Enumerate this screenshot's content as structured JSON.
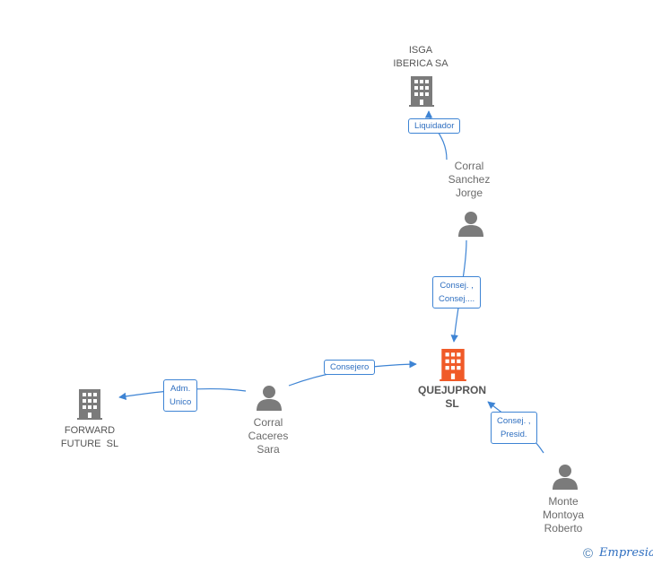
{
  "nodes": {
    "isga": {
      "lines": [
        "ISGA",
        "IBERICA SA"
      ],
      "kind": "company"
    },
    "corral_sanchez": {
      "lines": [
        "Corral",
        "Sanchez",
        "Jorge"
      ],
      "kind": "person"
    },
    "quejupron": {
      "lines": [
        "QUEJUPRON",
        "SL"
      ],
      "kind": "main-company"
    },
    "forward_future": {
      "lines": [
        "FORWARD",
        "FUTURE  SL"
      ],
      "kind": "company"
    },
    "corral_caceres": {
      "lines": [
        "Corral",
        "Caceres",
        "Sara"
      ],
      "kind": "person"
    },
    "monte_montoya": {
      "lines": [
        "Monte",
        "Montoya",
        "Roberto"
      ],
      "kind": "person"
    }
  },
  "edges": {
    "liquidador": {
      "lines": [
        "Liquidador"
      ]
    },
    "consej_sanchez": {
      "lines": [
        "Consej. ,",
        "Consej...."
      ]
    },
    "consejero": {
      "lines": [
        "Consejero"
      ]
    },
    "adm_unico": {
      "lines": [
        "Adm.",
        "Unico"
      ]
    },
    "consej_presid": {
      "lines": [
        "Consej. ,",
        "Presid."
      ]
    }
  },
  "colors": {
    "company_icon": "#7b7b7b",
    "main_company_icon": "#f05a28",
    "person_icon": "#7b7b7b",
    "edge": "#3e84d4"
  },
  "footer": {
    "copyright": "©",
    "brand": "Empresia"
  }
}
